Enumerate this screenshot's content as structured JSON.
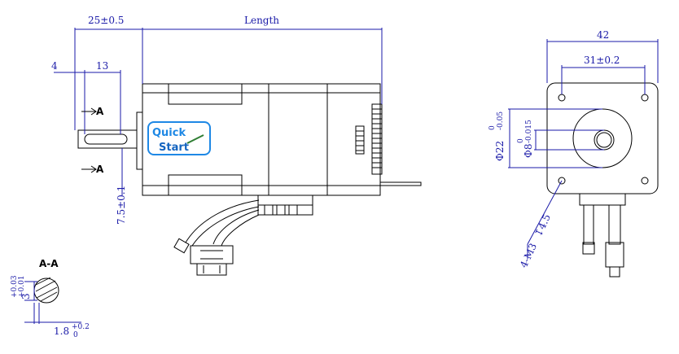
{
  "dimensions": {
    "shaft_length": "25±0.5",
    "body_length": "Length",
    "shaft_offset": "4",
    "flat_length": "13",
    "shaft_center_height": "7.5±0.1",
    "section_flat_height": "3",
    "section_flat_height_tol_upper": "+0.03",
    "section_flat_height_tol_lower": "+0.01",
    "section_flat_depth": "1.8",
    "section_flat_depth_tol_upper": "+0.2",
    "section_flat_depth_tol_lower": "0",
    "flange_width": "42",
    "hole_spacing": "31±0.2",
    "pilot_diameter": "Φ22",
    "pilot_tol_upper": "0",
    "pilot_tol_lower": "-0.05",
    "shaft_diameter": "Φ8",
    "shaft_tol_upper": "0",
    "shaft_tol_lower": "-0.015",
    "mount_holes": "4-M3",
    "mount_hole_depth": "↧4.5"
  },
  "labels": {
    "section_mark_top": "A",
    "section_mark_bottom": "A",
    "section_title": "A-A"
  },
  "logo": {
    "line1": "Quick",
    "line2": "Start"
  },
  "colors": {
    "dimension": "#1a1aa8",
    "outline": "#000000",
    "logo_blue": "#1e88e5"
  }
}
